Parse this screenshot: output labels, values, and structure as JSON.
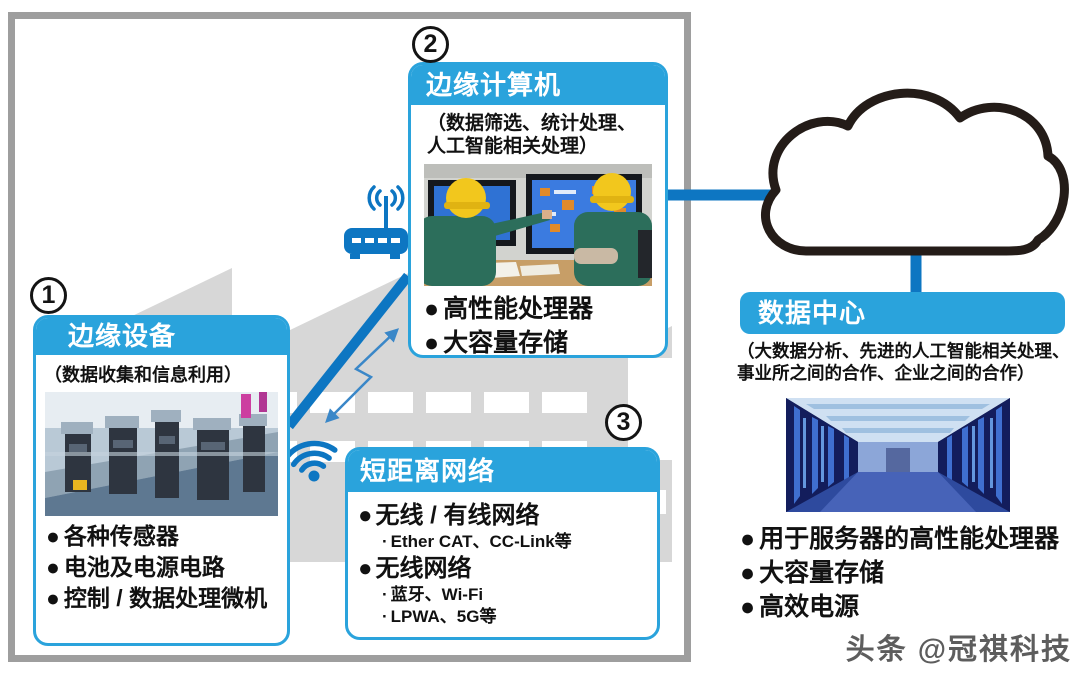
{
  "chars": {
    "bullet": "●",
    "dot": "·"
  },
  "colors": {
    "accent_blue": "#2aa3dc",
    "connector_blue": "#0d76c2",
    "arrow_blue": "#3a87c8",
    "frame_gray": "#9e9e9e",
    "factory_gray": "#d7d7d7",
    "cloud_outline": "#241c18"
  },
  "edge_device": {
    "number": "1",
    "title": "边缘设备",
    "subtitle": "（数据收集和信息利用）",
    "photo": "factory-automation-line-photo",
    "bullets": [
      "各种传感器",
      "电池及电源电路",
      "控制 / 数据处理微机"
    ]
  },
  "edge_computer": {
    "number": "2",
    "title": "边缘计算机",
    "subtitle_lines": [
      "（数据筛选、统计处理、",
      "人工智能相关处理）"
    ],
    "photo": "workers-at-control-monitors-photo",
    "bullets": [
      "高性能处理器",
      "大容量存储"
    ]
  },
  "short_range": {
    "number": "3",
    "title": "短距离网络",
    "groups": [
      {
        "label": "无线 / 有线网络",
        "subitems": [
          "Ether CAT、CC-Link等"
        ]
      },
      {
        "label": "无线网络",
        "subitems": [
          "蓝牙、Wi-Fi",
          "LPWA、5G等"
        ]
      }
    ]
  },
  "data_center": {
    "title": "数据中心",
    "subtitle_lines": [
      "（大数据分析、先进的人工智能相关处理、",
      "事业所之间的合作、企业之间的合作）"
    ],
    "photo": "server-room-photo",
    "bullets": [
      "用于服务器的高性能处理器",
      "大容量存储",
      "高效电源"
    ]
  },
  "watermark": "头条 @冠祺科技"
}
